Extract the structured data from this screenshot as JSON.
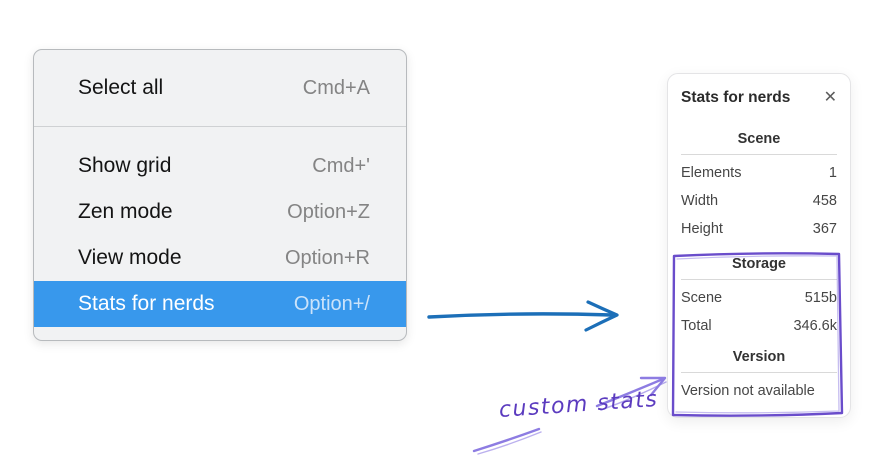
{
  "colors": {
    "menu_highlight": "#3898ec",
    "arrow_blue": "#1c6fb8",
    "annotation_purple": "#6a4dcb",
    "annotation_purple_light": "#8d7ce2",
    "annotation_text_purple": "#5b3bbf"
  },
  "menu": {
    "selected_index": 4,
    "items": [
      {
        "label": "Select all",
        "shortcut": "Cmd+A"
      },
      {
        "label": "Show grid",
        "shortcut": "Cmd+'"
      },
      {
        "label": "Zen mode",
        "shortcut": "Option+Z"
      },
      {
        "label": "View mode",
        "shortcut": "Option+R"
      },
      {
        "label": "Stats for nerds",
        "shortcut": "Option+/"
      }
    ]
  },
  "stats_panel": {
    "title": "Stats for nerds",
    "close_icon": "✕",
    "sections": {
      "scene": {
        "heading": "Scene",
        "rows": [
          {
            "label": "Elements",
            "value": "1"
          },
          {
            "label": "Width",
            "value": "458"
          },
          {
            "label": "Height",
            "value": "367"
          }
        ]
      },
      "storage": {
        "heading": "Storage",
        "rows": [
          {
            "label": "Scene",
            "value": "515b"
          },
          {
            "label": "Total",
            "value": "346.6k"
          }
        ]
      },
      "version": {
        "heading": "Version",
        "note": "Version not available"
      }
    }
  },
  "annotation": {
    "label": "custom stats"
  }
}
